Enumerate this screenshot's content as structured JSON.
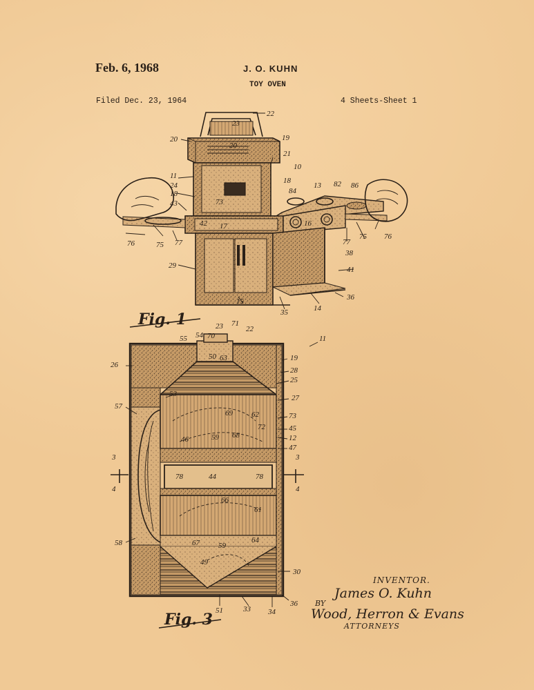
{
  "header": {
    "date": "Feb. 6, 1968",
    "inventor": "J. O. KUHN",
    "title": "TOY OVEN",
    "filed": "Filed Dec. 23, 1964",
    "sheets": "4 Sheets-Sheet 1"
  },
  "figures": [
    {
      "caption": "Fig. 1"
    },
    {
      "caption": "Fig. 3"
    }
  ],
  "fig1_refs": [
    "22",
    "23",
    "20",
    "19",
    "20",
    "21",
    "10",
    "18",
    "11",
    "24",
    "18",
    "43",
    "73",
    "13",
    "84",
    "82",
    "86",
    "42",
    "17",
    "16",
    "77",
    "75",
    "76",
    "77",
    "75",
    "76",
    "38",
    "29",
    "41",
    "15",
    "35",
    "14",
    "36"
  ],
  "fig3_refs": [
    "11",
    "23",
    "71",
    "22",
    "55",
    "54",
    "70",
    "50",
    "63",
    "26",
    "19",
    "28",
    "25",
    "53",
    "27",
    "57",
    "69",
    "62",
    "73",
    "59",
    "68",
    "72",
    "45",
    "46",
    "12",
    "47",
    "3",
    "4",
    "78",
    "44",
    "78",
    "3",
    "4",
    "66",
    "61",
    "58",
    "67",
    "59",
    "64",
    "49",
    "30",
    "51",
    "33",
    "34",
    "36"
  ],
  "signature": {
    "inventor_label": "INVENTOR.",
    "inventor_name": "James O. Kuhn",
    "by": "BY",
    "firm": "Wood, Herron & Evans",
    "attorneys": "ATTORNEYS"
  },
  "colors": {
    "paper": "#f0c995",
    "ink": "#2a2018",
    "stipple": "#8a6a45"
  }
}
